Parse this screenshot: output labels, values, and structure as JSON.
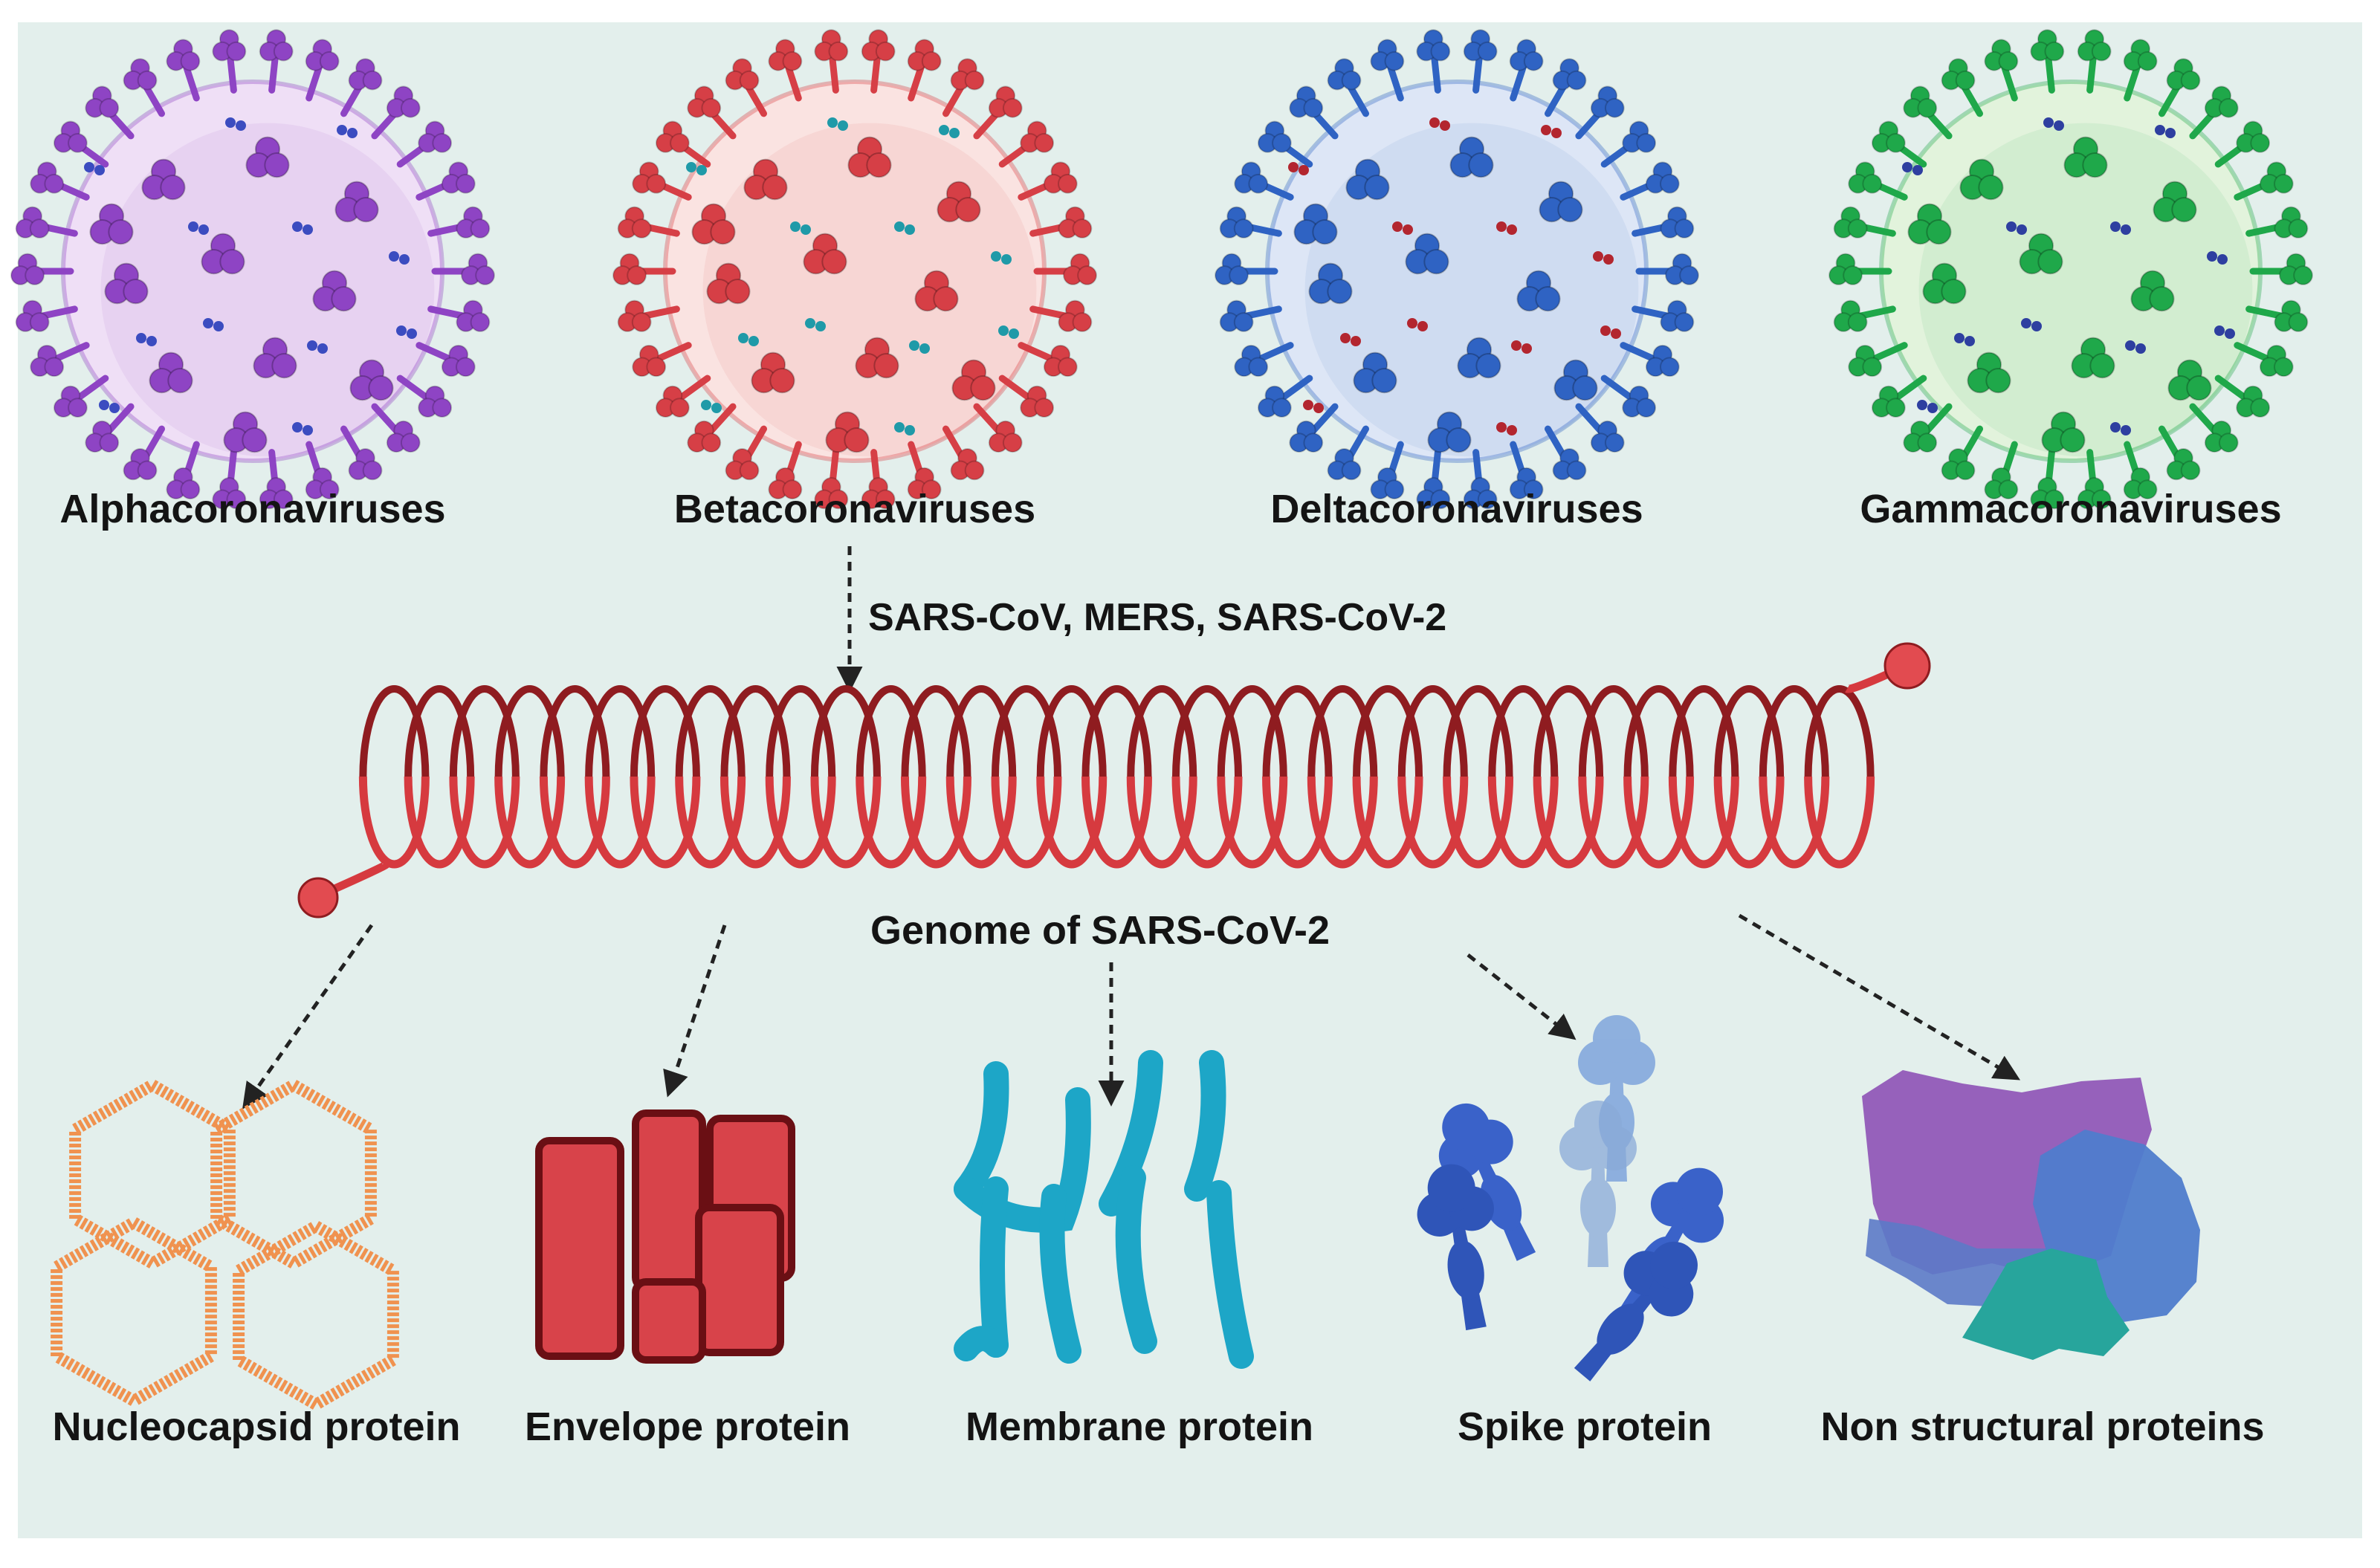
{
  "virus_groups": [
    {
      "label": "Alphacoronaviruses",
      "color": "#8e44c4",
      "fill": "#efdff6",
      "dot": "#3b4cc0"
    },
    {
      "label": "Betacoronaviruses",
      "color": "#d63f46",
      "fill": "#fae3e1",
      "dot": "#1f9aa8"
    },
    {
      "label": "Deltacoronaviruses",
      "color": "#2f63c3",
      "fill": "#dde6f6",
      "dot": "#b3262f"
    },
    {
      "label": "Gammacoronaviruses",
      "color": "#1fa84a",
      "fill": "#e2f3dc",
      "dot": "#2e3fa0"
    }
  ],
  "lineage_note": "SARS-CoV, MERS, SARS-CoV-2",
  "genome_label": "Genome of SARS-CoV-2",
  "proteins": [
    {
      "label": "Nucleocapsid protein",
      "icon": "hexagon-lattice-icon",
      "color": "#f0924f"
    },
    {
      "label": "Envelope protein",
      "icon": "cylinder-block-icon",
      "color": "#d8434a"
    },
    {
      "label": "Membrane protein",
      "icon": "membrane-protein-icon",
      "color": "#1da6c7"
    },
    {
      "label": "Spike protein",
      "icon": "spike-protein-icon",
      "color": "#3a6bd6"
    },
    {
      "label": "Non structural proteins",
      "icon": "protein-complex-icon",
      "color": "#9a5bb5"
    }
  ],
  "colors": {
    "background": "#e3efec",
    "genome": "#d63a3f",
    "genome_dark": "#8f1c20",
    "arrow": "#222222"
  }
}
